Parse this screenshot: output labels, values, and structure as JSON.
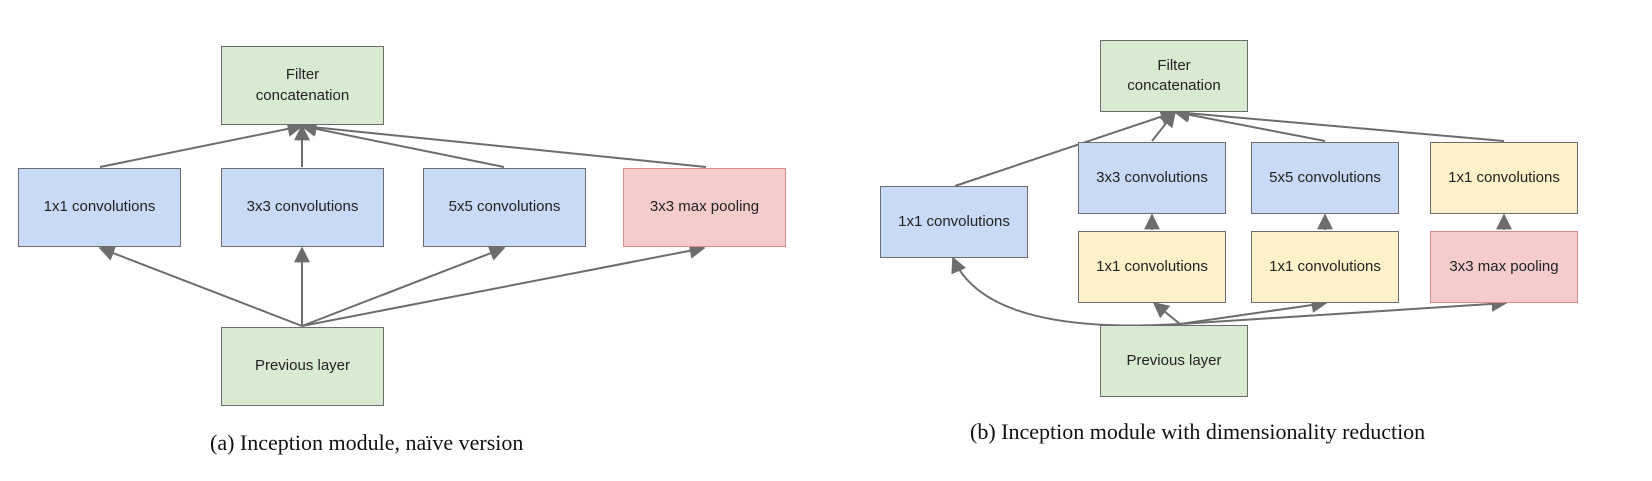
{
  "diagram_a": {
    "filter_concat": "Filter\nconcatenation",
    "conv1x1": "1x1 convolutions",
    "conv3x3": "3x3 convolutions",
    "conv5x5": "5x5 convolutions",
    "maxpool": "3x3 max pooling",
    "previous": "Previous layer",
    "caption": "(a)  Inception module, naïve version"
  },
  "diagram_b": {
    "filter_concat": "Filter\nconcatenation",
    "conv1x1_direct": "1x1 convolutions",
    "conv3x3": "3x3 convolutions",
    "conv5x5": "5x5 convolutions",
    "conv1x1_pool_proj": "1x1 convolutions",
    "reduce_3x3": "1x1 convolutions",
    "reduce_5x5": "1x1 convolutions",
    "maxpool": "3x3 max pooling",
    "previous": "Previous layer",
    "caption": "(b)  Inception module with dimensionality reduction"
  },
  "colors": {
    "concat_previous": "#d9ead3",
    "convolution": "#c9daf8",
    "reduction": "#fcf1c8",
    "pooling": "#f4cccc",
    "edge": "#6d6d6d"
  }
}
